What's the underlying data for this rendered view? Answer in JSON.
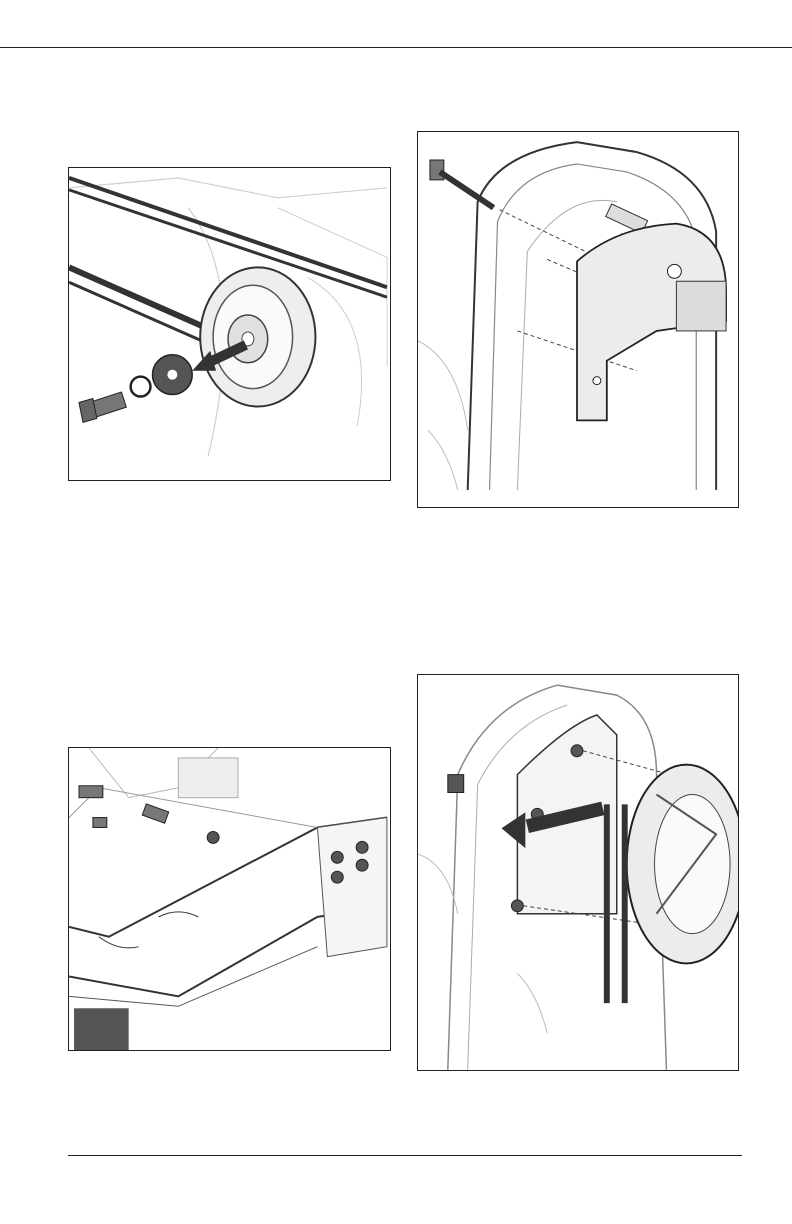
{
  "page": {
    "figures": [
      {
        "id": "fig1",
        "icon": "remove-pulley-bolt-illustration"
      },
      {
        "id": "fig2",
        "icon": "bracket-bolts-illustration"
      },
      {
        "id": "fig3",
        "icon": "frame-nuts-illustration"
      },
      {
        "id": "fig4",
        "icon": "install-pulley-plate-illustration"
      }
    ],
    "page_number": ""
  }
}
